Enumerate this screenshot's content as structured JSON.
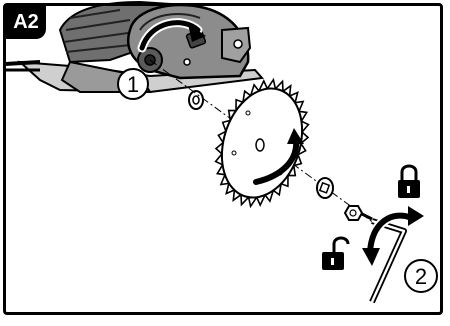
{
  "figure": {
    "step_label": "A2",
    "callouts": [
      {
        "number": "1"
      },
      {
        "number": "2"
      }
    ],
    "icons": {
      "lock": "lock-closed",
      "unlock": "lock-open"
    },
    "colors": {
      "ink": "#000000",
      "paper": "#ffffff",
      "saw_gray": "#8c8c8c"
    }
  }
}
